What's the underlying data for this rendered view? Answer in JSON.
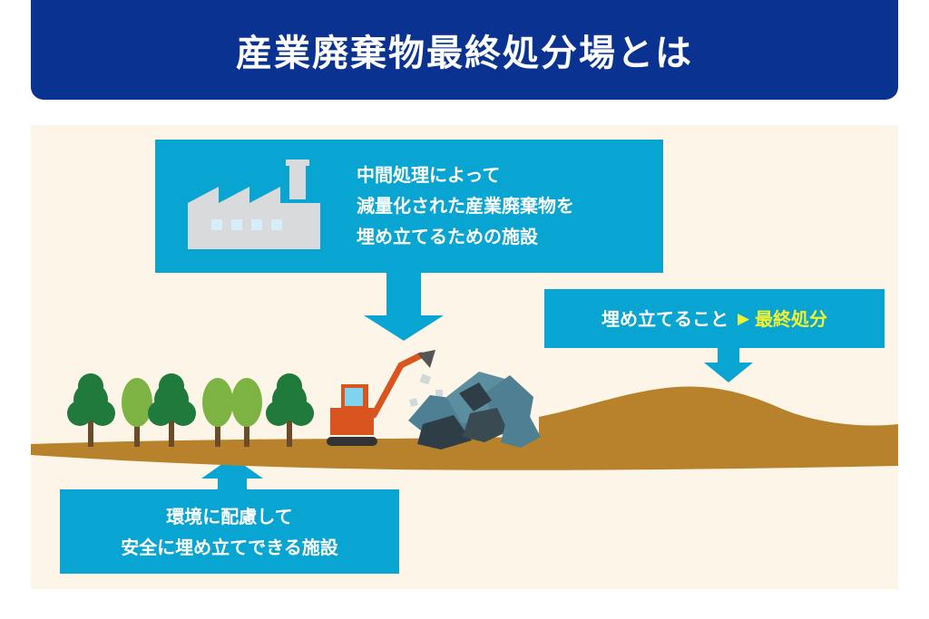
{
  "title": "産業廃棄物最終処分場とは",
  "callouts": {
    "top": {
      "line1": "中間処理によって",
      "line2": "減量化された産業廃棄物を",
      "line3": "埋め立てるための施設"
    },
    "right": {
      "text": "埋め立てること",
      "arrow": "▶",
      "highlight": "最終処分"
    },
    "bottom": {
      "line1": "環境に配慮して",
      "line2": "安全に埋め立てできる施設"
    }
  },
  "icons": [
    "factory-icon",
    "tree-icon",
    "excavator-icon",
    "waste-pile-icon",
    "landfill-mound-icon"
  ],
  "colors": {
    "title_bg": "#0a3391",
    "callout_bg": "#08a5d3",
    "scene_bg": "#fdf5e7",
    "ground": "#b8822c",
    "highlight": "#f2f231"
  }
}
